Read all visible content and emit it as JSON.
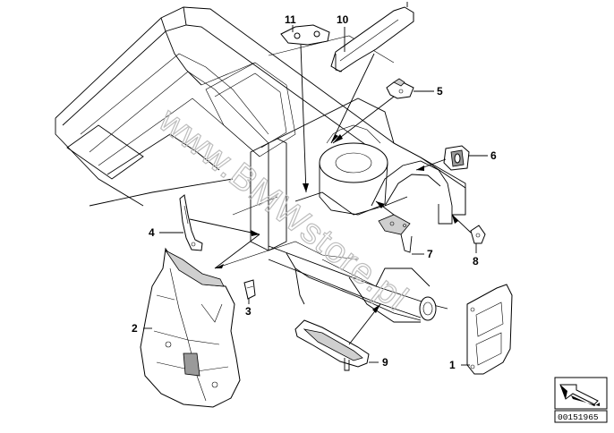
{
  "callouts": [
    {
      "id": "1",
      "label": "1"
    },
    {
      "id": "2",
      "label": "2"
    },
    {
      "id": "3",
      "label": "3"
    },
    {
      "id": "4",
      "label": "4"
    },
    {
      "id": "5",
      "label": "5"
    },
    {
      "id": "6",
      "label": "6"
    },
    {
      "id": "7",
      "label": "7"
    },
    {
      "id": "8",
      "label": "8"
    },
    {
      "id": "9",
      "label": "9"
    },
    {
      "id": "10",
      "label": "10"
    },
    {
      "id": "11",
      "label": "11"
    }
  ],
  "watermark": "www.BMWstore.pl",
  "reference_number": "00151965",
  "icon_name": "arrow-box-icon"
}
